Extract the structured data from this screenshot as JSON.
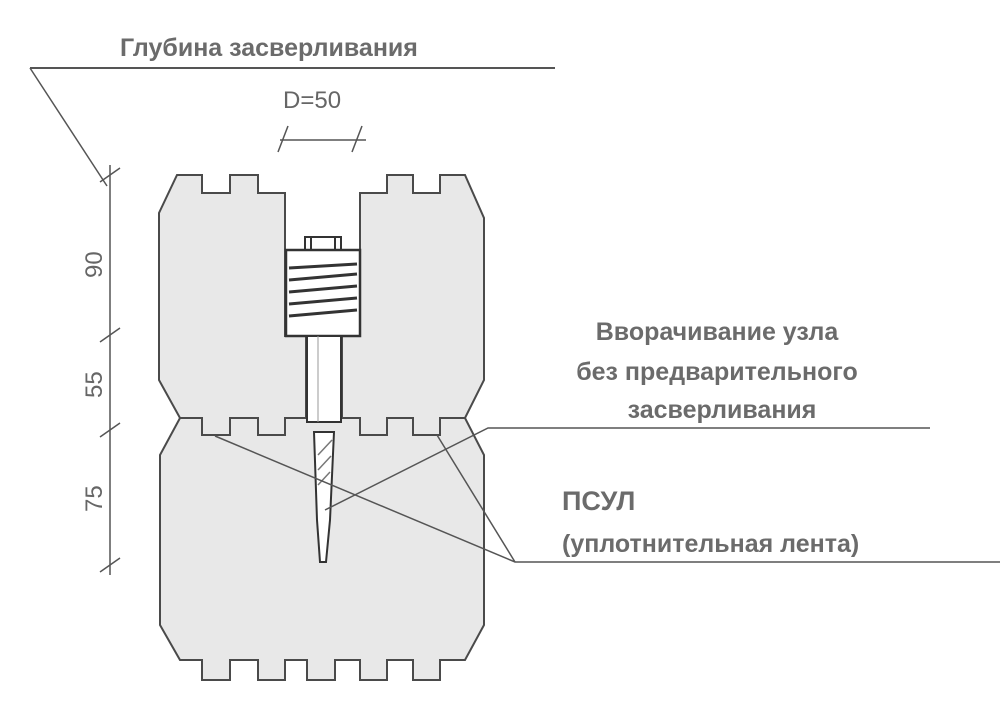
{
  "labels": {
    "drilling_depth": "Глубина засверливания",
    "diameter": "D=50",
    "screwing_line1": "Вворачивание узла",
    "screwing_line2": "без предварительного",
    "screwing_line3": "засверливания",
    "seal_title": "ПСУЛ",
    "seal_subtitle": "(уплотнительная лента)"
  },
  "dimensions": [
    "90",
    "55",
    "75"
  ],
  "colors": {
    "wood_fill": "#e8e8e8",
    "outline": "#4a4a4a",
    "text": "#6b6b6b"
  }
}
